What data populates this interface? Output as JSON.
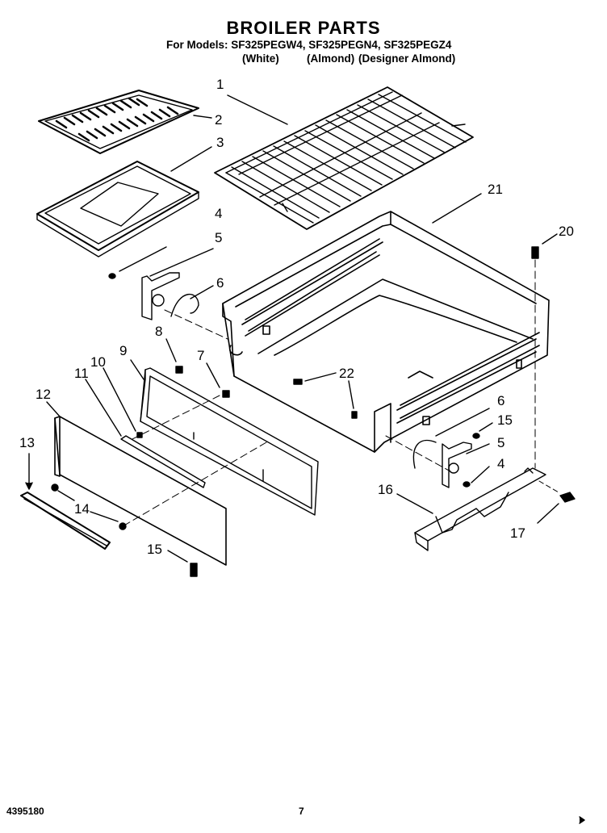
{
  "header": {
    "title": "BROILER PARTS",
    "models": "For Models: SF325PEGW4, SF325PEGN4, SF325PEGZ4",
    "color_white": "(White)",
    "color_almond": "(Almond)",
    "color_designer": "(Designer Almond)"
  },
  "callouts": {
    "c1": "1",
    "c2": "2",
    "c3": "3",
    "c4a": "4",
    "c5a": "5",
    "c6a": "6",
    "c7": "7",
    "c8": "8",
    "c9": "9",
    "c10": "10",
    "c11": "11",
    "c12": "12",
    "c13": "13",
    "c14": "14",
    "c15a": "15",
    "c20": "20",
    "c21": "21",
    "c22": "22",
    "c6b": "6",
    "c15b": "15",
    "c5b": "5",
    "c4b": "4",
    "c16": "16",
    "c17": "17"
  },
  "footer": {
    "doc_number": "4395180",
    "page_number": "7"
  }
}
